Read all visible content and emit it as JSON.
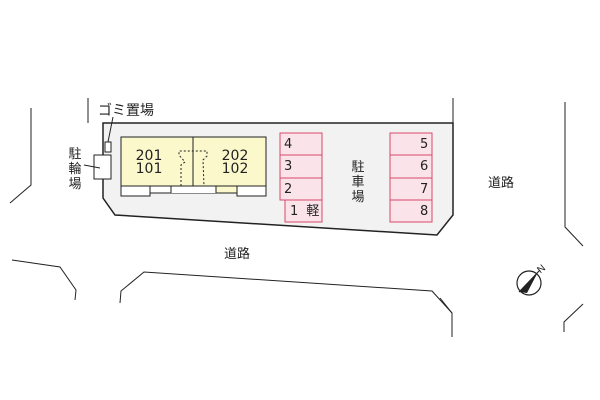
{
  "map": {
    "type": "site-layout-plan",
    "colors": {
      "lot_fill": "#f2f2f2",
      "building_fill": "#fbf8cc",
      "parking_fill": "#fbe3ea",
      "parking_border": "#d84a6a",
      "line": "#222222"
    }
  },
  "labels": {
    "garbage": "ゴミ置場",
    "bicycle_parking": [
      "駐",
      "輪",
      "場"
    ],
    "car_parking": [
      "駐",
      "車",
      "場"
    ],
    "road_south": "道路",
    "road_east": "道路"
  },
  "building": {
    "units": [
      {
        "upper": "201",
        "lower": "101"
      },
      {
        "upper": "202",
        "lower": "102"
      }
    ]
  },
  "parking": {
    "left_column": [
      {
        "number": "4",
        "note": ""
      },
      {
        "number": "3",
        "note": ""
      },
      {
        "number": "2",
        "note": ""
      },
      {
        "number": "1",
        "note": "軽"
      }
    ],
    "right_column": [
      {
        "number": "5"
      },
      {
        "number": "6"
      },
      {
        "number": "7"
      },
      {
        "number": "8"
      }
    ]
  },
  "compass": {
    "label": "N",
    "icon": "north-arrow-icon"
  }
}
